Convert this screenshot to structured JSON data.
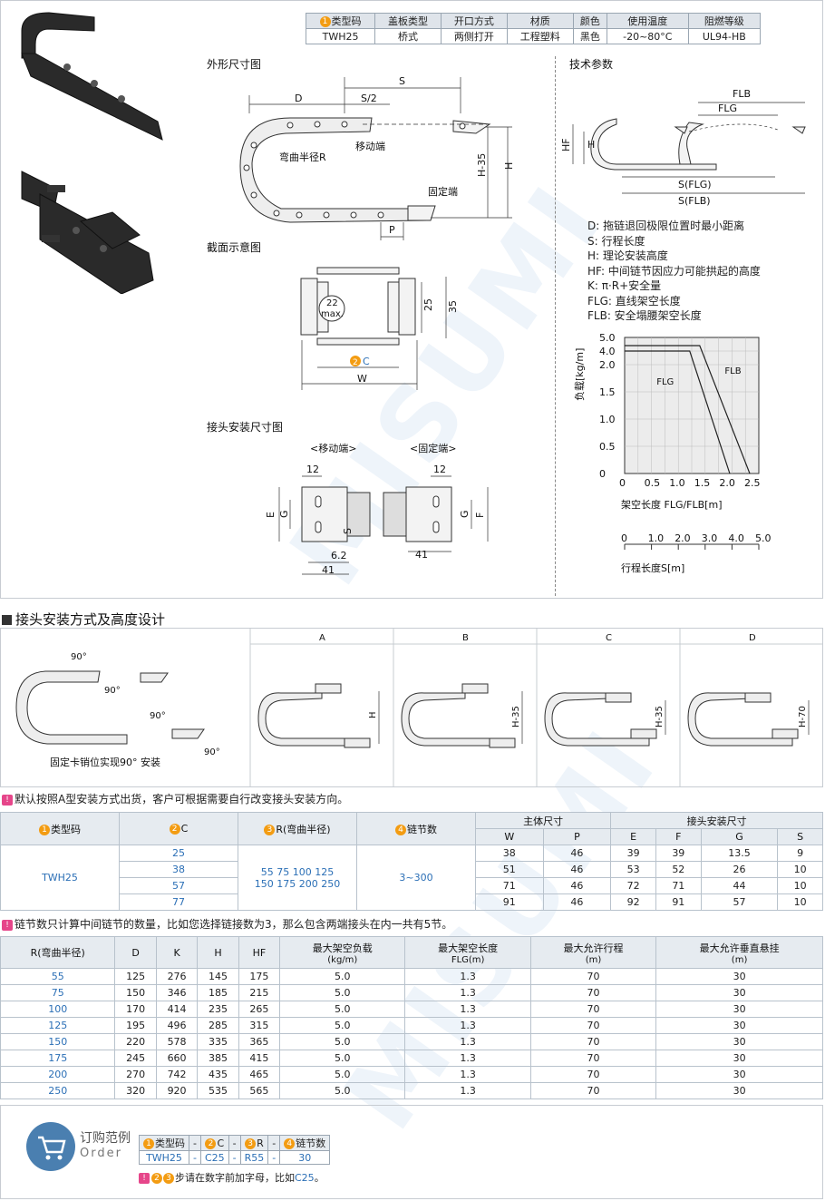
{
  "spec": {
    "headers": [
      "类型码",
      "盖板类型",
      "开口方式",
      "材质",
      "颜色",
      "使用温度",
      "阻燃等级"
    ],
    "values": [
      "TWH25",
      "桥式",
      "两侧打开",
      "工程塑料",
      "黑色",
      "-20~80°C",
      "UL94-HB"
    ]
  },
  "diagram": {
    "outline_title": "外形尺寸图",
    "tech_title": "技术参数",
    "section_title": "截面示意图",
    "connector_title": "接头安装尺寸图",
    "labels": {
      "D": "D",
      "S2": "S/2",
      "S": "S",
      "bend": "弯曲半径R",
      "moving": "移动端",
      "fixed": "固定端",
      "H35": "H-35",
      "H": "H",
      "P": "P",
      "HF": "HF",
      "FLB": "FLB",
      "FLG": "FLG",
      "SFLG": "S(FLG)",
      "SFLB": "S(FLB)",
      "max22": "22",
      "max": "max.",
      "d25": "25",
      "d35": "35",
      "C": "C",
      "W": "W",
      "moving_end": "<移动端>",
      "fixed_end": "<固定端>",
      "d12a": "12",
      "d12b": "12",
      "E": "E",
      "G": "G",
      "G2": "G",
      "F": "F",
      "Ssym": "S",
      "d62": "6.2",
      "d41a": "41",
      "d41b": "41"
    },
    "defs": [
      "D: 拖链退回极限位置时最小距离",
      "S: 行程长度",
      "H: 理论安装高度",
      "HF: 中间链节因应力可能拱起的高度",
      "K: π·R+安全量",
      "FLG: 直线架空长度",
      "FLB: 安全塌腰架空长度"
    ]
  },
  "chart_data": {
    "type": "line",
    "ylabel": "负载[kg/m]",
    "xlabel": "架空长度 FLG/FLB[m]",
    "x2label": "行程长度S[m]",
    "yticks": [
      "5.0",
      "4.0",
      "2.0",
      "1.5",
      "1.0",
      "0.5",
      "0"
    ],
    "xticks": [
      "0",
      "0.5",
      "1.0",
      "1.5",
      "2.0",
      "2.5"
    ],
    "x2ticks": [
      "0",
      "1.0",
      "2.0",
      "3.0",
      "4.0",
      "5.0"
    ],
    "series": [
      {
        "name": "FLG",
        "x": [
          0,
          1.3,
          2.1
        ],
        "y": [
          4.0,
          4.0,
          0
        ]
      },
      {
        "name": "FLB",
        "x": [
          0,
          1.5,
          2.5
        ],
        "y": [
          4.4,
          4.4,
          0
        ]
      }
    ]
  },
  "install": {
    "title": "接头安装方式及高度设计",
    "caption": "固定卡销位实现90° 安装",
    "deg": "90°",
    "cols": [
      "A",
      "B",
      "C",
      "D"
    ],
    "heights": [
      "H",
      "H-35",
      "H-35",
      "H-70"
    ]
  },
  "note1": "默认按照A型安装方式出货，客户可根据需要自行改变接头安装方向。",
  "table1": {
    "h_type": "类型码",
    "h_c": "C",
    "h_r": "R(弯曲半径)",
    "h_links": "链节数",
    "h_main": "主体尺寸",
    "h_conn": "接头安装尺寸",
    "sub": [
      "W",
      "P",
      "E",
      "F",
      "G",
      "S"
    ],
    "type": "TWH25",
    "c": [
      "25",
      "38",
      "57",
      "77"
    ],
    "r1": "55  75  100  125",
    "r2": "150  175  200  250",
    "links": "3~300",
    "rows": [
      [
        "38",
        "46",
        "39",
        "39",
        "13.5",
        "9"
      ],
      [
        "51",
        "46",
        "53",
        "52",
        "26",
        "10"
      ],
      [
        "71",
        "46",
        "72",
        "71",
        "44",
        "10"
      ],
      [
        "91",
        "46",
        "92",
        "91",
        "57",
        "10"
      ]
    ]
  },
  "note2": "链节数只计算中间链节的数量，比如您选择链接数为3，那么包含两端接头在内一共有5节。",
  "table2": {
    "headers": [
      "R(弯曲半径)",
      "D",
      "K",
      "H",
      "HF",
      "最大架空负载",
      "最大架空长度",
      "最大允许行程",
      "最大允许垂直悬挂"
    ],
    "units": [
      "",
      "",
      "",
      "",
      "",
      "(kg/m)",
      "FLG(m)",
      "(m)",
      "(m)"
    ],
    "rows": [
      [
        "55",
        "125",
        "276",
        "145",
        "175",
        "5.0",
        "1.3",
        "70",
        "30"
      ],
      [
        "75",
        "150",
        "346",
        "185",
        "215",
        "5.0",
        "1.3",
        "70",
        "30"
      ],
      [
        "100",
        "170",
        "414",
        "235",
        "265",
        "5.0",
        "1.3",
        "70",
        "30"
      ],
      [
        "125",
        "195",
        "496",
        "285",
        "315",
        "5.0",
        "1.3",
        "70",
        "30"
      ],
      [
        "150",
        "220",
        "578",
        "335",
        "365",
        "5.0",
        "1.3",
        "70",
        "30"
      ],
      [
        "175",
        "245",
        "660",
        "385",
        "415",
        "5.0",
        "1.3",
        "70",
        "30"
      ],
      [
        "200",
        "270",
        "742",
        "435",
        "465",
        "5.0",
        "1.3",
        "70",
        "30"
      ],
      [
        "250",
        "320",
        "920",
        "535",
        "565",
        "5.0",
        "1.3",
        "70",
        "30"
      ]
    ]
  },
  "order": {
    "title": "订购范例",
    "sub": "Order",
    "h": [
      "类型码",
      "-",
      "C",
      "-",
      "R",
      "-",
      "链节数"
    ],
    "v": [
      "TWH25",
      "-",
      "C25",
      "-",
      "R55",
      "-",
      "30"
    ],
    "note_pre": "步请在数字前加字母，比如",
    "note_ex": "C25",
    "note_end": "。"
  },
  "watermark": "MISUMI"
}
